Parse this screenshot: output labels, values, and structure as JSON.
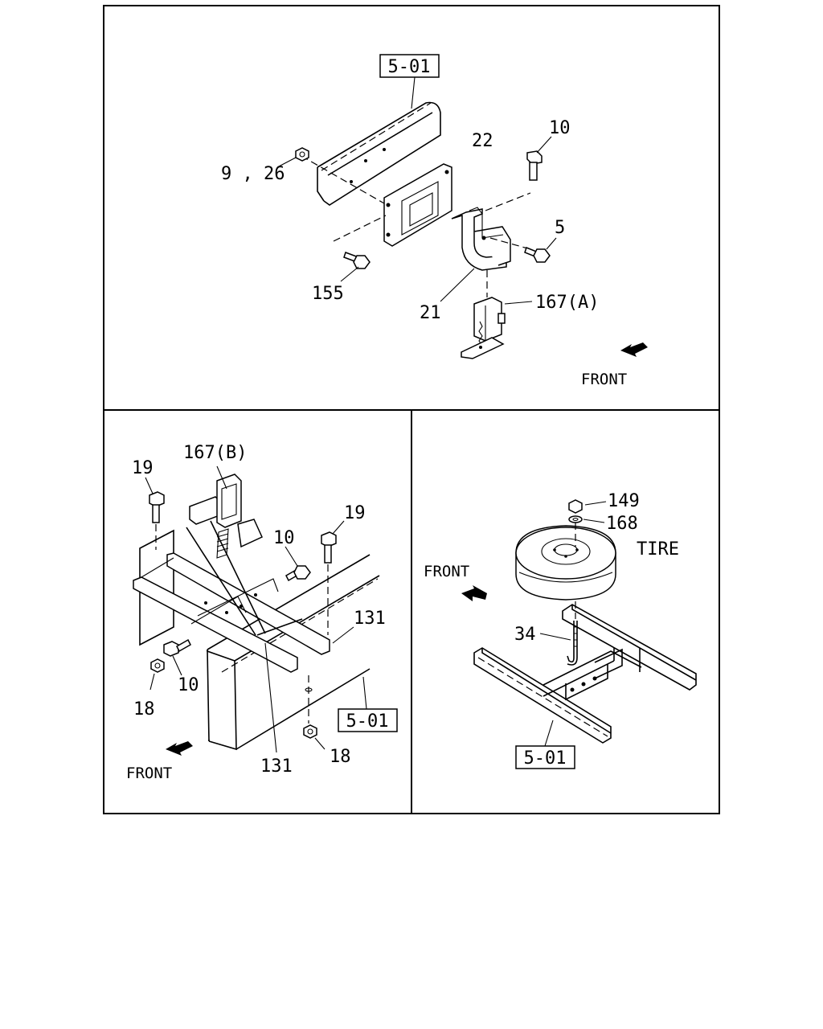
{
  "panels": {
    "top": {
      "ref_box": "5-01",
      "labels": {
        "p9_26": "9 , 26",
        "p22": "22",
        "p10": "10",
        "p5": "5",
        "p155": "155",
        "p21": "21",
        "p167a": "167(A)"
      },
      "front": "FRONT"
    },
    "bottom_left": {
      "ref_box": "5-01",
      "labels": {
        "p167b": "167(B)",
        "p19_left": "19",
        "p19_right": "19",
        "p10_upper": "10",
        "p131_right": "131",
        "p10_lower": "10",
        "p18_left": "18",
        "p131_bottom": "131",
        "p18_bottom": "18"
      },
      "front": "FRONT"
    },
    "bottom_right": {
      "ref_box": "5-01",
      "labels": {
        "p149": "149",
        "p168": "168",
        "tire": "TIRE",
        "p34": "34"
      },
      "front": "FRONT"
    }
  },
  "icons": {
    "front_arrow": "front-direction-arrow-icon"
  }
}
